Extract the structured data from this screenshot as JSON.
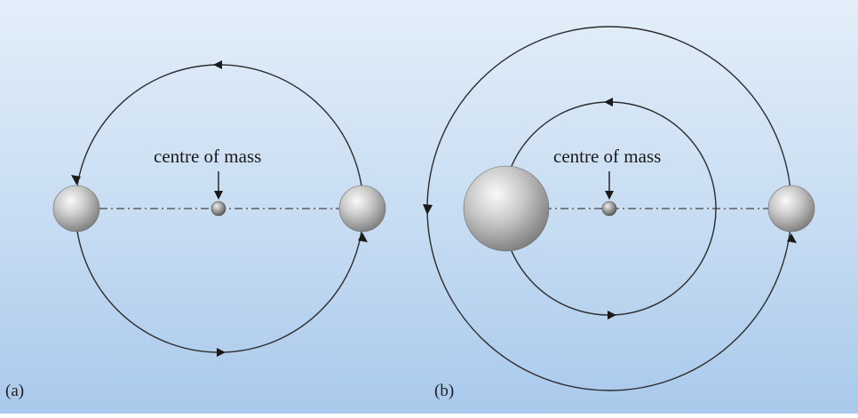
{
  "panels": [
    {
      "label": "(a)",
      "centre_label": "centre of mass"
    },
    {
      "label": "(b)",
      "centre_label": "centre of mass"
    }
  ],
  "colors": {
    "background_top": "#e3eef9",
    "background_bottom": "#a9c9ec",
    "orbit_line": "#2b2b2b",
    "axis_line": "#444444",
    "body_grey": "#9a9a9a"
  }
}
